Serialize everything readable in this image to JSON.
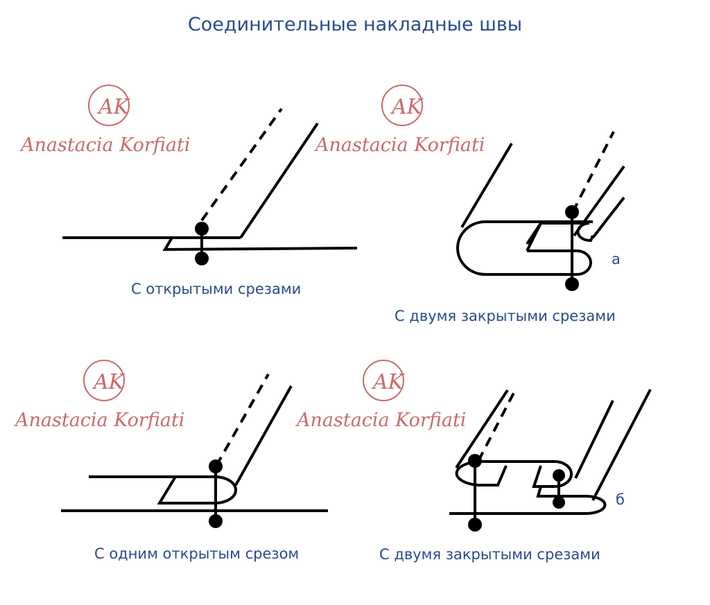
{
  "title": "Соединительные накладные швы",
  "colors": {
    "text": "#2a4a8e",
    "watermark": "#c96a6a",
    "line": "#000000"
  },
  "watermark": {
    "text": "Anastacia Korfiati",
    "monogram": "AK"
  },
  "panels": [
    {
      "caption": "С открытыми срезами"
    },
    {
      "caption": "С двумя закрытыми срезами",
      "label": "а"
    },
    {
      "caption": "С одним открытым срезом"
    },
    {
      "caption": "С двумя закрытыми срезами",
      "label": "б"
    }
  ]
}
